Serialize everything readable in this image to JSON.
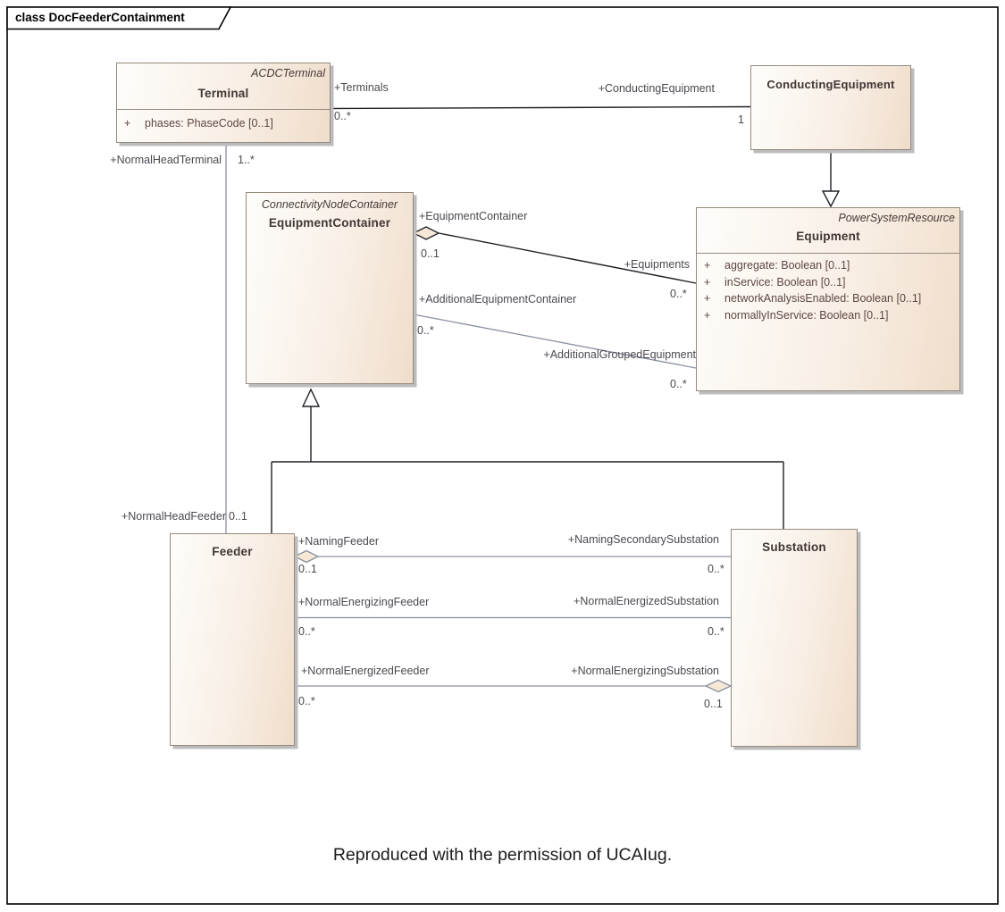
{
  "frame": {
    "title": "class DocFeederContainment"
  },
  "caption": "Reproduced with the permission of UCAIug.",
  "classes": {
    "terminal": {
      "stereotype": "ACDCTerminal",
      "name": "Terminal",
      "attributes": [
        {
          "vis": "+",
          "text": "phases: PhaseCode [0..1]"
        }
      ]
    },
    "conducting_equipment": {
      "name": "ConductingEquipment"
    },
    "equipment_container": {
      "stereotype": "ConnectivityNodeContainer",
      "name": "EquipmentContainer"
    },
    "equipment": {
      "stereotype": "PowerSystemResource",
      "name": "Equipment",
      "attributes": [
        {
          "vis": "+",
          "text": "aggregate: Boolean [0..1]"
        },
        {
          "vis": "+",
          "text": "inService: Boolean [0..1]"
        },
        {
          "vis": "+",
          "text": "networkAnalysisEnabled: Boolean [0..1]"
        },
        {
          "vis": "+",
          "text": "normallyInService: Boolean [0..1]"
        }
      ]
    },
    "feeder": {
      "name": "Feeder"
    },
    "substation": {
      "name": "Substation"
    }
  },
  "connectors": {
    "terminal_conducting_equipment": {
      "source_role": "+Terminals",
      "source_mult": "0..*",
      "target_role": "+ConductingEquipment",
      "target_mult": "1"
    },
    "terminal_feeder": {
      "terminal_role": "+NormalHeadTerminal",
      "terminal_mult": "1..*",
      "feeder_role": "+NormalHeadFeeder",
      "feeder_mult": "0..1"
    },
    "container_equipment": {
      "container_role": "+EquipmentContainer",
      "container_mult": "0..1",
      "equipment_role": "+Equipments",
      "equipment_mult": "0..*"
    },
    "additional_container_equipment": {
      "container_role": "+AdditionalEquipmentContainer",
      "container_mult": "0..*",
      "equipment_role": "+AdditionalGroupedEquipment",
      "equipment_mult": "0..*"
    },
    "naming": {
      "feeder_role": "+NamingFeeder",
      "feeder_mult": "0..1",
      "substation_role": "+NamingSecondarySubstation",
      "substation_mult": "0..*"
    },
    "normal_energizing": {
      "feeder_role": "+NormalEnergizingFeeder",
      "feeder_mult": "0..*",
      "substation_role": "+NormalEnergizedSubstation",
      "substation_mult": "0..*"
    },
    "normal_energized": {
      "feeder_role": "+NormalEnergizedFeeder",
      "feeder_mult": "0..*",
      "substation_role": "+NormalEnergizingSubstation",
      "substation_mult": "0..1"
    }
  },
  "colors": {
    "box_fill_light": "#fefdfb",
    "box_fill_dark": "#f0ddcb",
    "box_border": "#958a7e",
    "line_black": "#1e2026",
    "line_gray": "#8a90a0",
    "diamond_fill": "#f6e8d5",
    "label_text": "#4c4750",
    "class_text": "#403634",
    "attribute_text": "#5d4644"
  }
}
